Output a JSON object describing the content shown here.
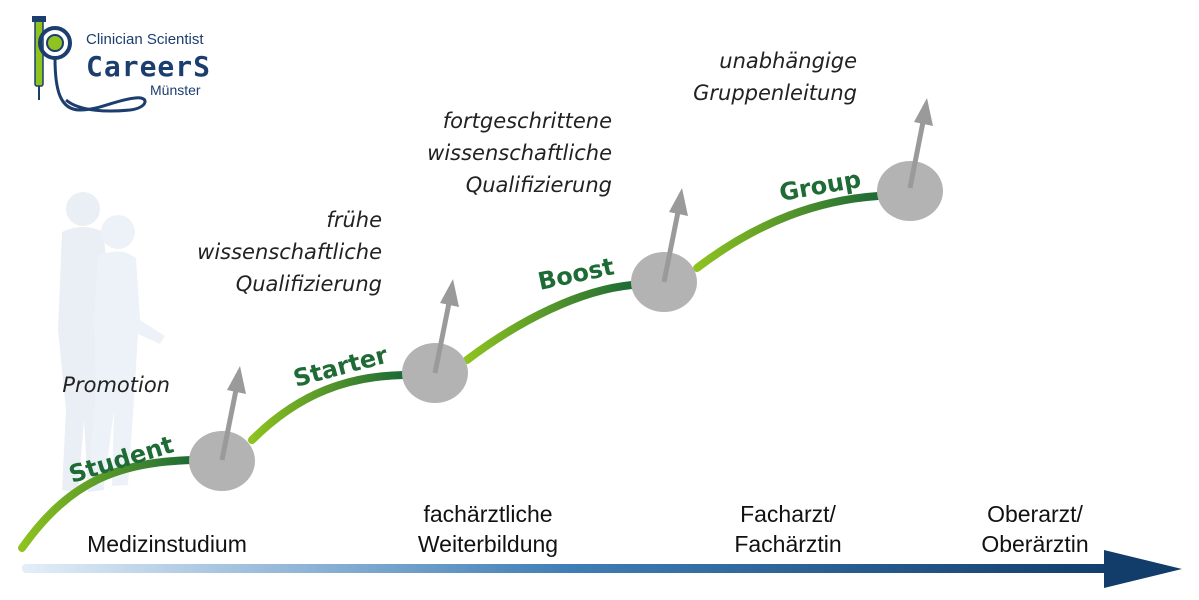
{
  "logo": {
    "line1": "Clinician Scientist",
    "line2": "CareerS",
    "line3": "Münster"
  },
  "stages": [
    {
      "label": "Student"
    },
    {
      "label": "Starter"
    },
    {
      "label": "Boost"
    },
    {
      "label": "Group"
    }
  ],
  "milestones": {
    "promotion": "Promotion",
    "fruehe": [
      "frühe",
      "wissenschaftliche",
      "Qualifizierung"
    ],
    "fortgeschrittene": [
      "fortgeschrittene",
      "wissenschaftliche",
      "Qualifizierung"
    ],
    "unabhaengig": [
      "unabhängige",
      "Gruppenleitung"
    ]
  },
  "timeline": {
    "medizinstudium": "Medizinstudium",
    "weiterbildung": [
      "fachärztliche",
      "Weiterbildung"
    ],
    "facharzt": [
      "Facharzt/",
      "Fachärztin"
    ],
    "oberarzt": [
      "Oberarzt/",
      "Oberärztin"
    ]
  },
  "colors": {
    "dark_green": "#1e6b35",
    "light_green": "#8fc31f",
    "grey": "#b3b3b3",
    "arrow_grey": "#9a9a9a",
    "navy": "#123d6b",
    "logo_blue": "#1b3e6e"
  }
}
